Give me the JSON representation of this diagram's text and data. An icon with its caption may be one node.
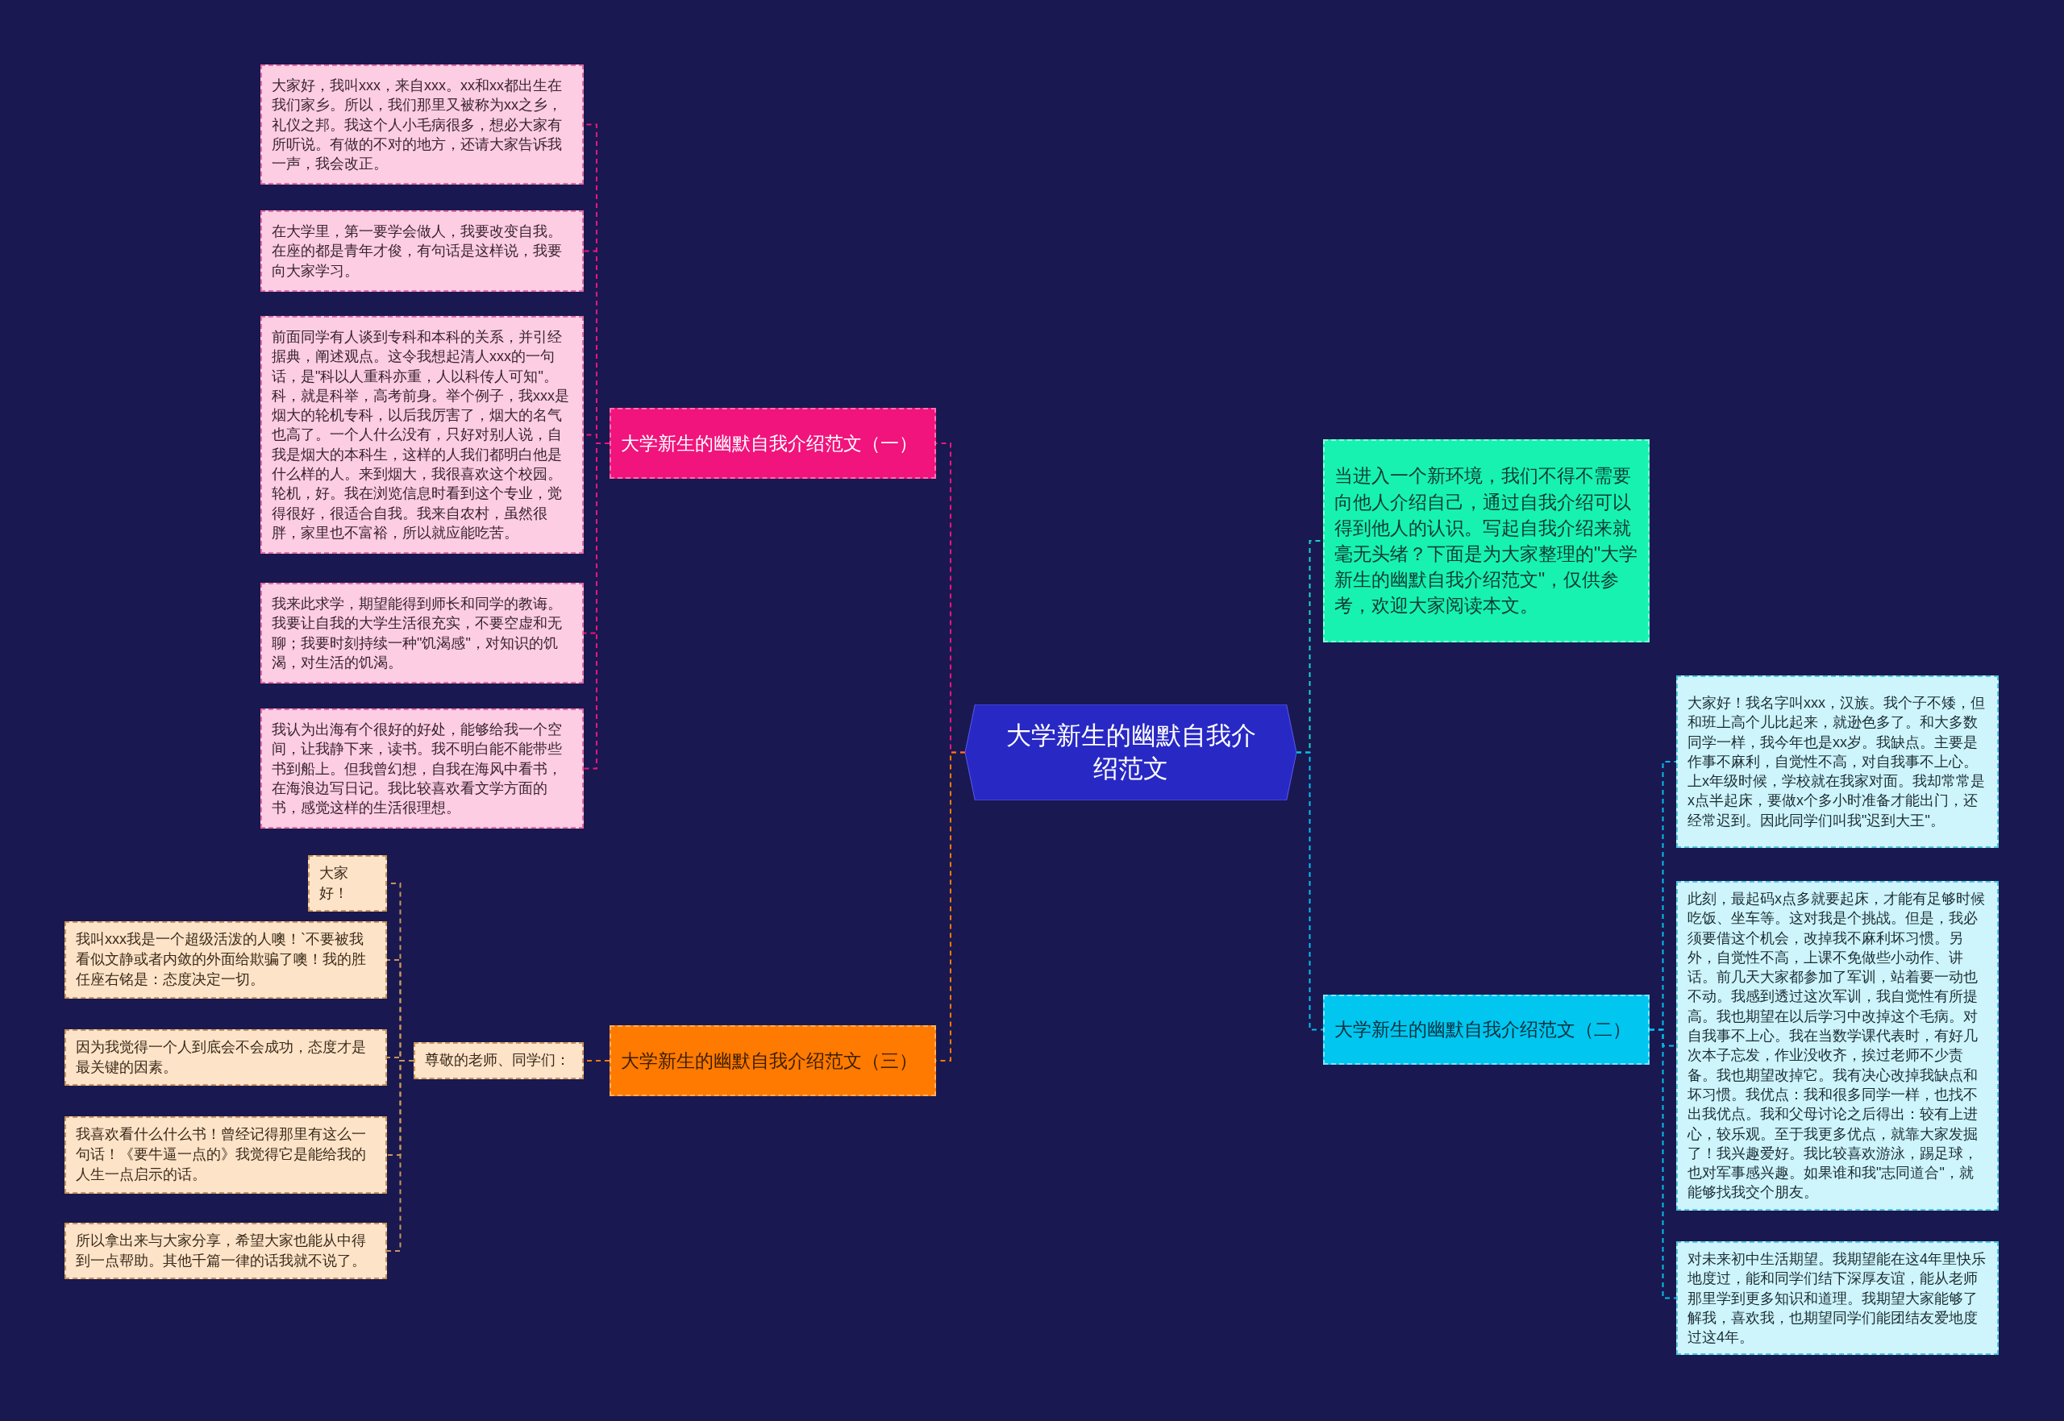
{
  "diagram": {
    "nodes": [
      {
        "text": [
          "大学新生的幽默自我介绍范文"
        ]
      },
      {
        "text": [
          "大学新生的幽默自我介绍范文（一）"
        ]
      },
      {
        "text": [
          "大家好，我叫xxx，来自xxx。xx和xx都出生在我们家乡。所以，我们那里又被称为xx之乡，礼仪之邦。我这个人小毛病很多，想必大家有所听说。有做的不对的地方，还请大家告诉我一声，我会改正。"
        ]
      },
      {
        "text": [
          "在大学里，第一要学会做人，我要改变自我。在座的都是青年才俊，有句话是这样说，我要向大家学习。"
        ]
      },
      {
        "text": [
          "前面同学有人谈到专科和本科的关系，并引经据典，阐述观点。这令我想起清人xxx的一句话，是\"科以人重科亦重，人以科传人可知\"。科，就是科举，高考前身。举个例子，我xxx是烟大的轮机专科，以后我厉害了，烟大的名气也高了。一个人什么没有，只好对别人说，自我是烟大的本科生，这样的人我们都明白他是什么样的人。来到烟大，我很喜欢这个校园。轮机，好。我在浏览信息时看到这个专业，觉得很好，很适合自我。我来自农村，虽然很胖，家里也不富裕，所以就应能吃苦。"
        ]
      },
      {
        "text": [
          "我来此求学，期望能得到师长和同学的教诲。我要让自我的大学生活很充实，不要空虚和无聊；我要时刻持续一种\"饥渴感\"，对知识的饥渴，对生活的饥渴。"
        ]
      },
      {
        "text": [
          "我认为出海有个很好的好处，能够给我一个空间，让我静下来，读书。我不明白能不能带些书到船上。但我曾幻想，自我在海风中看书，在海浪边写日记。我比较喜欢看文学方面的书，感觉这样的生活很理想。"
        ]
      },
      {
        "text": [
          "大学新生的幽默自我介绍范文（三）"
        ]
      },
      {
        "text": [
          "尊敬的老师、同学们："
        ]
      },
      {
        "text": [
          "大家好！"
        ]
      },
      {
        "text": [
          "我叫xxx我是一个超级活泼的人噢！`不要被我看似文静或者内敛的外面给欺骗了噢！我的胜任座右铭是：态度决定一切。"
        ]
      },
      {
        "text": [
          "因为我觉得一个人到底会不会成功，态度才是最关键的因素。"
        ]
      },
      {
        "text": [
          "我喜欢看什么什么书！曾经记得那里有这么一句话！《要牛逼一点的》我觉得它是能给我的人生一点启示的话。"
        ]
      },
      {
        "text": [
          "所以拿出来与大家分享，希望大家也能从中得到一点帮助。其他千篇一律的话我就不说了。"
        ]
      },
      {
        "text": [
          "当进入一个新环境，我们不得不需要向他人介绍自己，通过自我介绍可以得到他人的认识。写起自我介绍来就毫无头绪？下面是为大家整理的\"大学新生的幽默自我介绍范文\"，仅供参考，欢迎大家阅读本文。"
        ]
      },
      {
        "text": [
          "大学新生的幽默自我介绍范文（二）"
        ]
      },
      {
        "text": [
          "大家好！我名字叫xxx，汉族。我个子不矮，但和班上高个儿比起来，就逊色多了。和大多数同学一样，我今年也是xx岁。我缺点。主要是作事不麻利，自觉性不高，对自我事不上心。上x年级时候，学校就在我家对面。我却常常是x点半起床，要做x个多小时准备才能出门，还经常迟到。因此同学们叫我\"迟到大王\"。"
        ]
      },
      {
        "text": [
          "此刻，最起码x点多就要起床，才能有足够时候吃饭、坐车等。这对我是个挑战。但是，我必须要借这个机会，改掉我不麻利坏习惯。另外，自觉性不高，上课不免做些小动作、讲话。前几天大家都参加了军训，站着要一动也不动。我感到透过这次军训，我自觉性有所提高。我也期望在以后学习中改掉这个毛病。对自我事不上心。我在当数学课代表时，有好几次本子忘发，作业没收齐，挨过老师不少责备。我也期望改掉它。我有决心改掉我缺点和坏习惯。我优点：我和很多同学一样，也找不出我优点。我和父母讨论之后得出：较有上进心，较乐观。至于我更多优点，就靠大家发掘了！我兴趣爱好。我比较喜欢游泳，踢足球，也对军事感兴趣。如果谁和我\"志同道合\"，就能够找我交个朋友。"
        ]
      },
      {
        "text": [
          "对未来初中生活期望。我期望能在这4年里快乐地度过，能和同学们结下深厚友谊，能从老师那里学到更多知识和道理。我期望大家能够了解我，喜欢我，也期望同学们能团结友爱地度过这4年。"
        ]
      }
    ],
    "edges": [
      {
        "from": 0,
        "to": 1,
        "arrow": "none",
        "style": "dashed",
        "color": "#f0147c"
      },
      {
        "from": 1,
        "to": 2,
        "arrow": "none",
        "style": "dashed",
        "color": "#f0147c"
      },
      {
        "from": 1,
        "to": 3,
        "arrow": "none",
        "style": "dashed",
        "color": "#f0147c"
      },
      {
        "from": 1,
        "to": 4,
        "arrow": "none",
        "style": "dashed",
        "color": "#f0147c"
      },
      {
        "from": 1,
        "to": 5,
        "arrow": "none",
        "style": "dashed",
        "color": "#f0147c"
      },
      {
        "from": 1,
        "to": 6,
        "arrow": "none",
        "style": "dashed",
        "color": "#f0147c"
      },
      {
        "from": 0,
        "to": 7,
        "arrow": "none",
        "style": "dashed",
        "color": "#ff7a00"
      },
      {
        "from": 7,
        "to": 8,
        "arrow": "none",
        "style": "dashed",
        "color": "#ff7a00"
      },
      {
        "from": 8,
        "to": 9,
        "arrow": "none",
        "style": "dashed",
        "color": "#c8955a"
      },
      {
        "from": 8,
        "to": 10,
        "arrow": "none",
        "style": "dashed",
        "color": "#c8955a"
      },
      {
        "from": 8,
        "to": 11,
        "arrow": "none",
        "style": "dashed",
        "color": "#c8955a"
      },
      {
        "from": 8,
        "to": 12,
        "arrow": "none",
        "style": "dashed",
        "color": "#c8955a"
      },
      {
        "from": 8,
        "to": 13,
        "arrow": "none",
        "style": "dashed",
        "color": "#c8955a"
      },
      {
        "from": 0,
        "to": 14,
        "arrow": "none",
        "style": "dashed",
        "color": "#17d6c8"
      },
      {
        "from": 0,
        "to": 15,
        "arrow": "none",
        "style": "dashed",
        "color": "#00c0ee"
      },
      {
        "from": 15,
        "to": 16,
        "arrow": "none",
        "style": "dashed",
        "color": "#00c0ee"
      },
      {
        "from": 15,
        "to": 17,
        "arrow": "none",
        "style": "dashed",
        "color": "#00c0ee"
      },
      {
        "from": 15,
        "to": 18,
        "arrow": "none",
        "style": "dashed",
        "color": "#00c0ee"
      }
    ]
  }
}
